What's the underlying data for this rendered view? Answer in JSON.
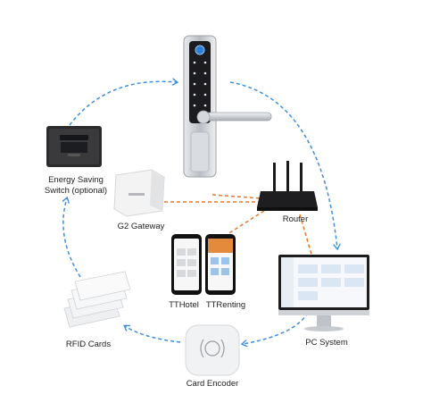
{
  "labels": {
    "energy_switch": "Energy Saving\nSwitch (optional)",
    "gateway": "G2 Gateway",
    "router": "Router",
    "tthotel": "TTHotel",
    "ttrenting": "TTRenting",
    "pc_system": "PC System",
    "rfid_cards": "RFID Cards",
    "card_encoder": "Card Encoder"
  },
  "colors": {
    "wireless_link": "#3d8fe0",
    "wired_link": "#e8772e",
    "lock_body": "#c9ccd0",
    "keypad": "#1c1c1e"
  },
  "icons": {
    "energy_switch": "card-slot-switch-icon",
    "gateway": "gateway-device-icon",
    "router": "wifi-router-icon",
    "phones": "smartphone-app-icon",
    "pc": "desktop-monitor-icon",
    "cards": "rfid-card-stack-icon",
    "encoder": "card-encoder-icon",
    "lock": "smart-door-lock-icon"
  }
}
